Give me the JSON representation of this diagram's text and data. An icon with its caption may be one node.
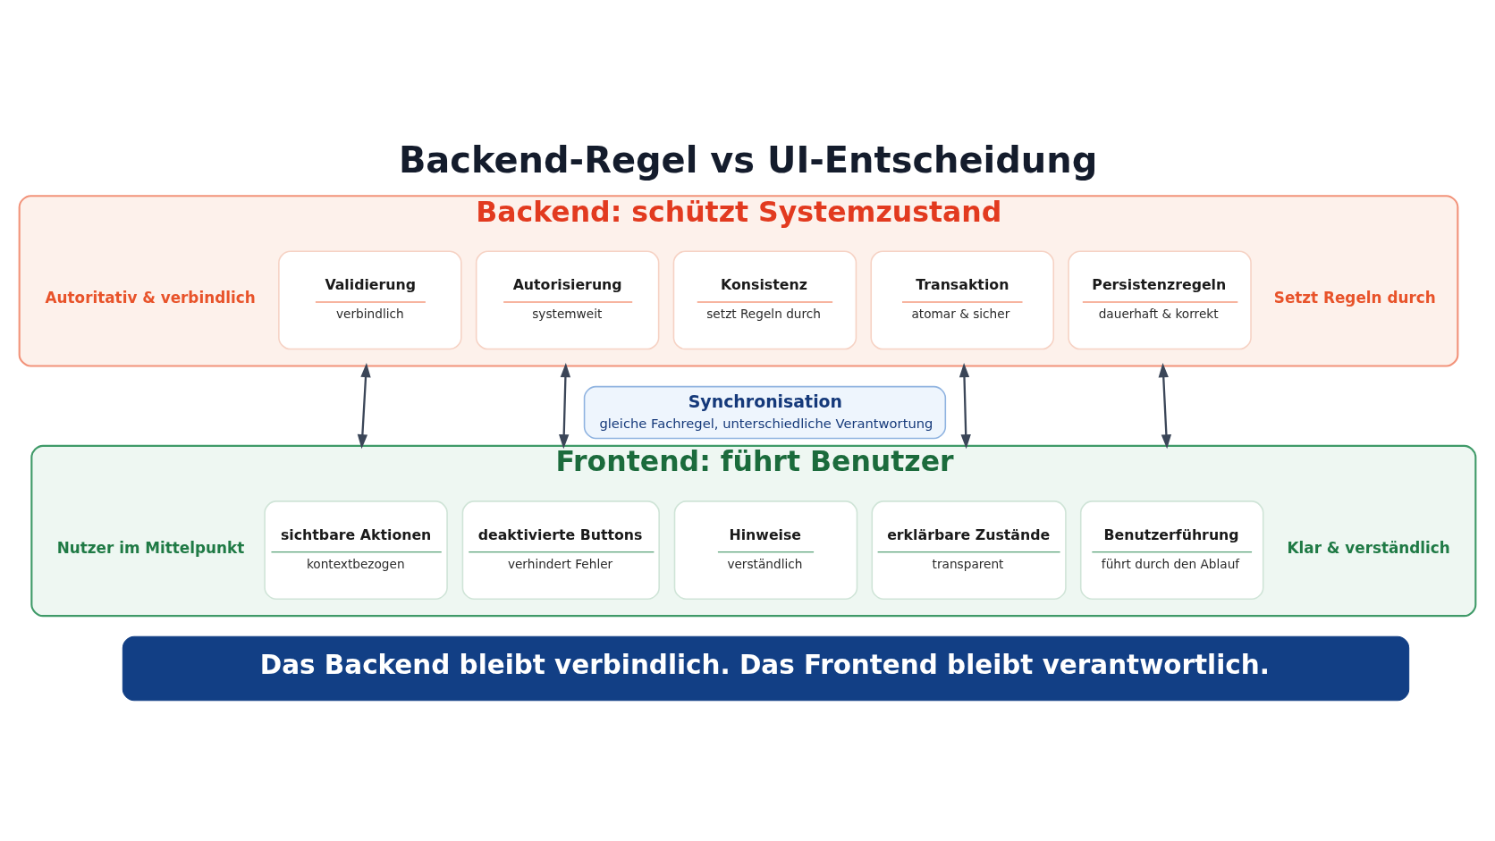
{
  "diagram": {
    "title": "Backend-Regel vs UI-Entscheidung",
    "nodes": [
      {
        "text": [
          "Backend: schützt Systemzustand"
        ]
      },
      {
        "text": [
          "Autoritativ & verbindlich"
        ],
        "in": 0
      },
      {
        "text": [
          "Validierung",
          "verbindlich"
        ],
        "in": 0
      },
      {
        "text": [
          "Autorisierung",
          "systemweit"
        ],
        "in": 0
      },
      {
        "text": [
          "Konsistenz",
          "setzt Regeln durch"
        ],
        "in": 0
      },
      {
        "text": [
          "Transaktion",
          "atomar & sicher"
        ],
        "in": 0
      },
      {
        "text": [
          "Persistenzregeln",
          "dauerhaft & korrekt"
        ],
        "in": 0
      },
      {
        "text": [
          "Setzt Regeln durch"
        ],
        "in": 0
      },
      {
        "text": [
          "Synchronisation",
          "gleiche Fachregel, unterschiedliche Verantwortung"
        ]
      },
      {
        "text": [
          "Frontend: führt Benutzer"
        ]
      },
      {
        "text": [
          "Nutzer im Mittelpunkt"
        ],
        "in": 9
      },
      {
        "text": [
          "sichtbare Aktionen",
          "kontextbezogen"
        ],
        "in": 9
      },
      {
        "text": [
          "deaktivierte Buttons",
          "verhindert Fehler"
        ],
        "in": 9
      },
      {
        "text": [
          "Hinweise",
          "verständlich"
        ],
        "in": 9
      },
      {
        "text": [
          "erklärbare Zustände",
          "transparent"
        ],
        "in": 9
      },
      {
        "text": [
          "Benutzerführung",
          "führt durch den Ablauf"
        ],
        "in": 9
      },
      {
        "text": [
          "Klar & verständlich"
        ],
        "in": 9
      },
      {
        "text": [
          "Das Backend bleibt verbindlich. Das Frontend bleibt verantwortlich."
        ]
      }
    ],
    "edges": [
      {
        "from": 0,
        "to": 9,
        "arrow": "both"
      },
      {
        "from": 0,
        "to": 9,
        "arrow": "both"
      },
      {
        "from": 0,
        "to": 9,
        "arrow": "both"
      },
      {
        "from": 0,
        "to": 9,
        "arrow": "both"
      }
    ]
  }
}
